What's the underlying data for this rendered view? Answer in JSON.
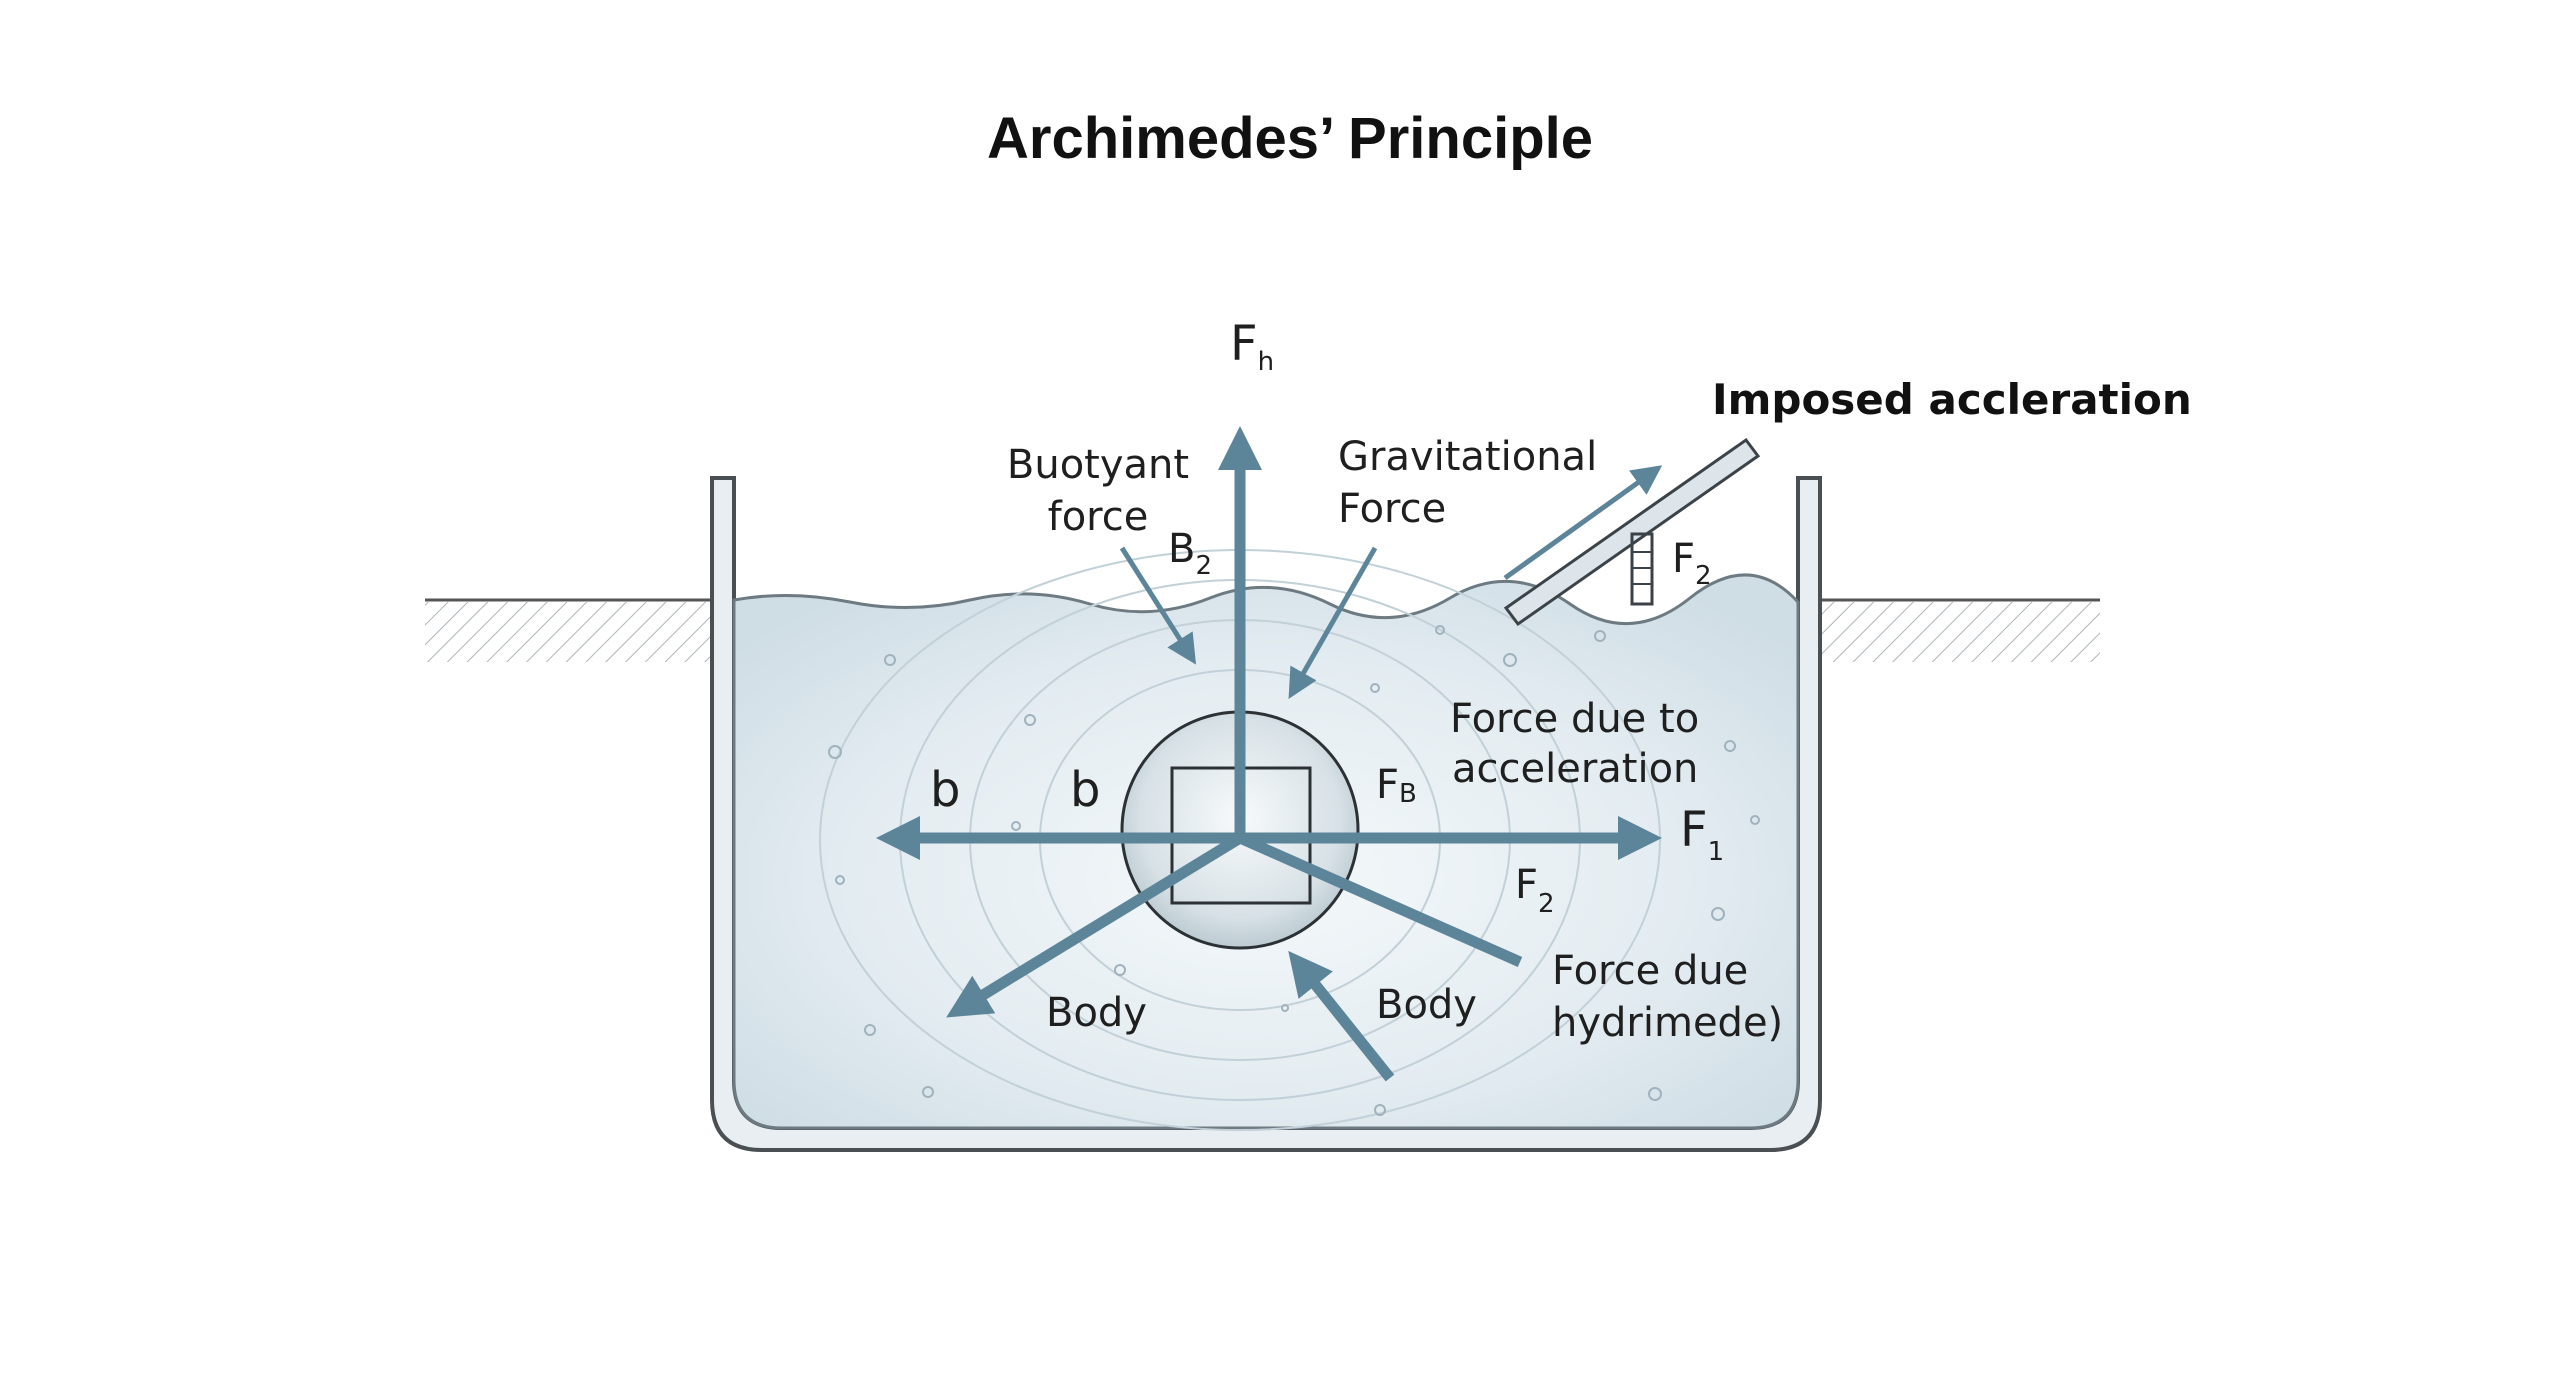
{
  "title": "Archimedes’ Principle",
  "labels": {
    "fh": "F",
    "fh_sub": "h",
    "buoyant_line1": "Buotyant",
    "buoyant_line2": "force",
    "b2": "B",
    "b2_sub": "2",
    "gravitational_line1": "Gravitational",
    "gravitational_line2": "Force",
    "imposed": "Imposed accleration",
    "f2_top": "F",
    "f2_top_sub": "2",
    "b_left": "b",
    "b_mid": "b",
    "fb": "F",
    "fb_sub": "B",
    "accel_line1": "Force due to",
    "accel_line2": "acceleration",
    "f1": "F",
    "f1_sub": "1",
    "f2_mid": "F",
    "f2_mid_sub": "2",
    "hydri_line1": "Force due",
    "hydri_line2": "hydrimede)",
    "body_left": "Body",
    "body_right": "Body"
  },
  "colors": {
    "arrow": "#5d8599",
    "water": "#dfe9ef",
    "tank_wall": "#8fa4b0"
  }
}
